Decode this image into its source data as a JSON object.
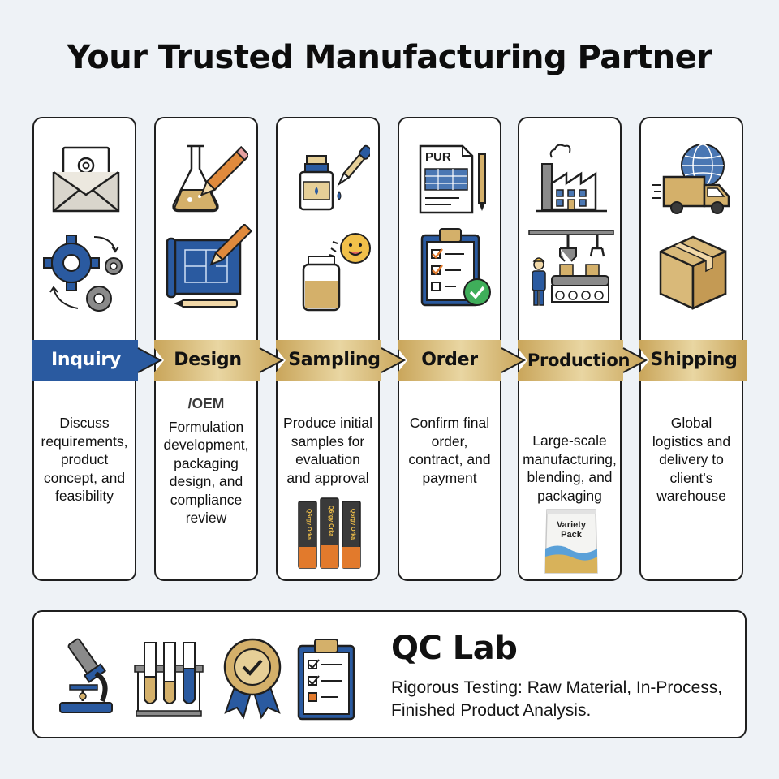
{
  "title": "Your Trusted Manufacturing Partner",
  "colors": {
    "blue": "#2a5aa0",
    "gold": "#c9a55a",
    "gold_light": "#e6cf97",
    "dark": "#1f1f1f",
    "icon_blue": "#4a77b3",
    "tan": "#d9b979"
  },
  "stages": [
    {
      "label": "Inquiry",
      "prefix": "",
      "description": [
        "Discuss",
        "requirements,",
        "product",
        "concept, and",
        "feasibility"
      ],
      "icons": [
        "email-envelope-icon",
        "gears-icon"
      ]
    },
    {
      "label": "Design",
      "prefix": "/OEM",
      "description": [
        "Formulation",
        "development,",
        "packaging",
        "design, and",
        "compliance",
        "review"
      ],
      "icons": [
        "lab-flask-pencil-icon",
        "blueprint-pencil-icon"
      ]
    },
    {
      "label": "Sampling",
      "prefix": "",
      "description": [
        "Produce initial",
        "samples for",
        "evaluation",
        "and approval"
      ],
      "icons": [
        "bottle-dropper-icon",
        "jar-smiley-icon"
      ],
      "product_text": [
        "Q6rgy Orka",
        "Q6rgy Orka",
        "Q6rgy Orka"
      ]
    },
    {
      "label": "Order",
      "prefix": "",
      "description": [
        "Confirm final",
        "order,",
        "contract, and",
        "payment"
      ],
      "icons": [
        "purchase-order-document-icon",
        "checklist-clipboard-icon"
      ],
      "doc_label": "PUR"
    },
    {
      "label": "Production",
      "prefix": "",
      "description": [
        "Large-scale",
        "manufacturing,",
        "blending, and",
        "packaging"
      ],
      "icons": [
        "factory-icon",
        "assembly-line-icon"
      ],
      "product_text": [
        "Variety",
        "Pack"
      ]
    },
    {
      "label": "Shipping",
      "prefix": "",
      "description": [
        "Global",
        "logistics and",
        "delivery to",
        "client's",
        "warehouse"
      ],
      "icons": [
        "globe-truck-icon",
        "cardboard-box-icon"
      ]
    }
  ],
  "qc": {
    "title": "QC Lab",
    "description": [
      "Rigorous Testing: Raw Material, In-Process,",
      "Finished Product Analysis."
    ],
    "icons": [
      "microscope-icon",
      "test-tubes-icon",
      "quality-badge-icon",
      "checklist-clipboard-icon"
    ]
  }
}
